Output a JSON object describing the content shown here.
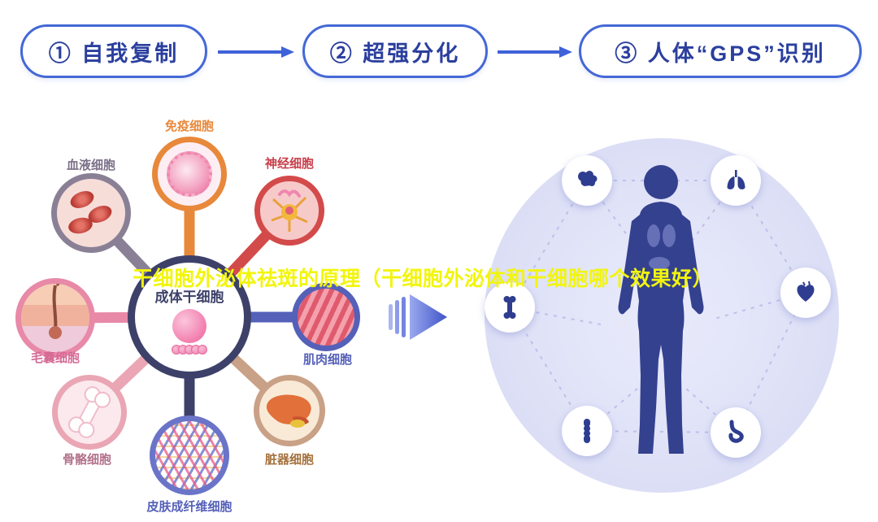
{
  "title_overlay": "干细胞外泌体祛斑的原理（干细胞外泌体和干细胞哪个效果好）",
  "steps": [
    {
      "label": "① 自我复制"
    },
    {
      "label": "② 超强分化"
    },
    {
      "label": "③ 人体“GPS”识别"
    }
  ],
  "cell_diagram": {
    "center_label": "成体干细胞",
    "cells": [
      {
        "id": "immune-cell",
        "label": "免疫细胞",
        "color": "#e8883a"
      },
      {
        "id": "blood-cell",
        "label": "血液细胞",
        "color": "#8a8096"
      },
      {
        "id": "nerve-cell",
        "label": "神经细胞",
        "color": "#d34a4a"
      },
      {
        "id": "hair-follicle-cell",
        "label": "毛囊细胞",
        "color": "#e889a8"
      },
      {
        "id": "muscle-cell",
        "label": "肌肉细胞",
        "color": "#5560b8"
      },
      {
        "id": "bone-cell",
        "label": "骨骼细胞",
        "color": "#eaa6b4"
      },
      {
        "id": "organ-cell",
        "label": "脏器细胞",
        "color": "#c9a186"
      },
      {
        "id": "skin-fibroblast-cell",
        "label": "皮肤成纤维细胞",
        "color": "#6a74c8"
      }
    ]
  },
  "body_diagram": {
    "organ_icons": [
      "brain-icon",
      "lungs-icon",
      "bone-icon",
      "heart-icon",
      "knee-joint-icon",
      "stomach-icon"
    ]
  },
  "colors": {
    "accent-blue": "#3f62d8",
    "step-text": "#2b3f9e",
    "title-yellow": "#f2f50c",
    "body-silhouette": "#34418f",
    "body-circle": "#dfe1f7"
  }
}
